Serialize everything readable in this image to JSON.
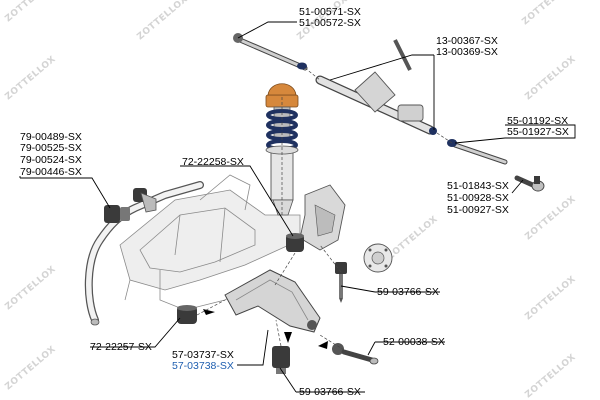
{
  "watermark": "ZOTTELLOX",
  "colors": {
    "label": "#000000",
    "highlight": "#1f5fb0",
    "spring": "#1f3160",
    "bump_stop": "#d6883c"
  },
  "labels": {
    "tie_rod_end_top": [
      "51-00571-SX",
      "51-00572-SX"
    ],
    "steering_rack": [
      "13-00367-SX",
      "13-00369-SX"
    ],
    "inner_tie_rod": [
      "55-01192-SX",
      "55-01927-SX"
    ],
    "stabilizer_bushing": [
      "79-00489-SX",
      "79-00525-SX",
      "79-00524-SX",
      "79-00446-SX"
    ],
    "rear_bushing": "72-22258-SX",
    "outer_tie_rod_end": [
      "51-01843-SX",
      "51-00928-SX",
      "51-00927-SX"
    ],
    "front_bushing": "72-22257-SX",
    "control_arm": [
      "57-03737-SX",
      "57-03738-SX"
    ],
    "ball_joint_bolt": "59-03766-SX",
    "ball_joint": "52-00038-SX",
    "ball_joint_bolt_lower": "59-03766-SX"
  }
}
